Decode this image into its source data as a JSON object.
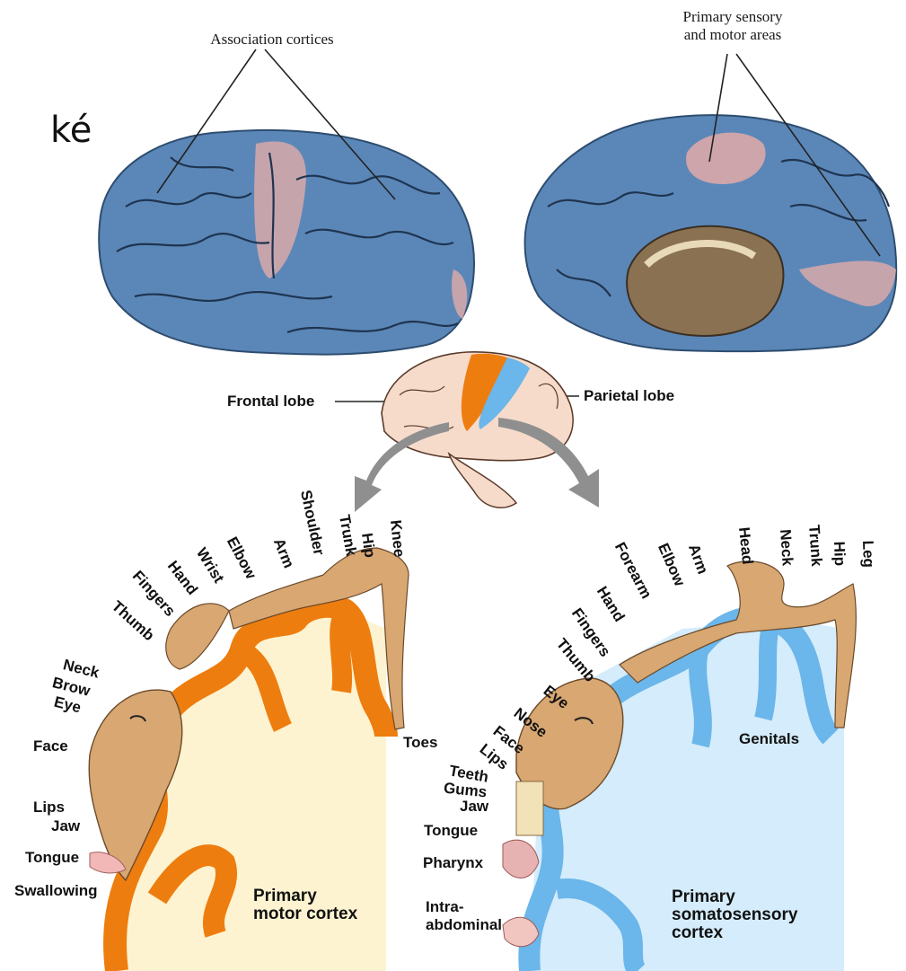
{
  "top": {
    "fragment": "ké",
    "association_label": "Association cortices",
    "primary_label_line1": "Primary sensory",
    "primary_label_line2": "and motor areas"
  },
  "middle": {
    "frontal_lobe": "Frontal lobe",
    "parietal_lobe": "Parietal lobe"
  },
  "motor": {
    "title_line1": "Primary",
    "title_line2": "motor cortex",
    "arc_labels": [
      "Thumb",
      "Fingers",
      "Hand",
      "Wrist",
      "Elbow",
      "Arm",
      "Shoulder",
      "Trunk",
      "Hip",
      "Knee"
    ],
    "side_labels": [
      "Neck",
      "Brow",
      "Eye",
      "Face",
      "Lips",
      "Jaw",
      "Tongue",
      "Swallowing",
      "Toes"
    ]
  },
  "sensory": {
    "title_line1": "Primary",
    "title_line2": "somatosensory",
    "title_line3": "cortex",
    "arc_labels": [
      "Lips",
      "Face",
      "Nose",
      "Eye",
      "Thumb",
      "Fingers",
      "Hand",
      "Forearm",
      "Elbow",
      "Arm",
      "Head",
      "Neck",
      "Trunk",
      "Hip",
      "Leg"
    ],
    "side_labels": [
      "Teeth",
      "Gums",
      "Jaw",
      "Tongue",
      "Pharynx",
      "Intra-",
      "abdominal",
      "Genitals"
    ]
  },
  "colors": {
    "brain_blue": "#5b87b8",
    "association_pink": "#d9a9a8",
    "motor_orange": "#ee7d0f",
    "sensory_blue": "#6bb6ea",
    "motor_fill": "#fdf3d0",
    "sensory_fill": "#d4ecfb",
    "homunculus_skin": "#d8a772",
    "arrow_gray": "#8f8f8f"
  }
}
